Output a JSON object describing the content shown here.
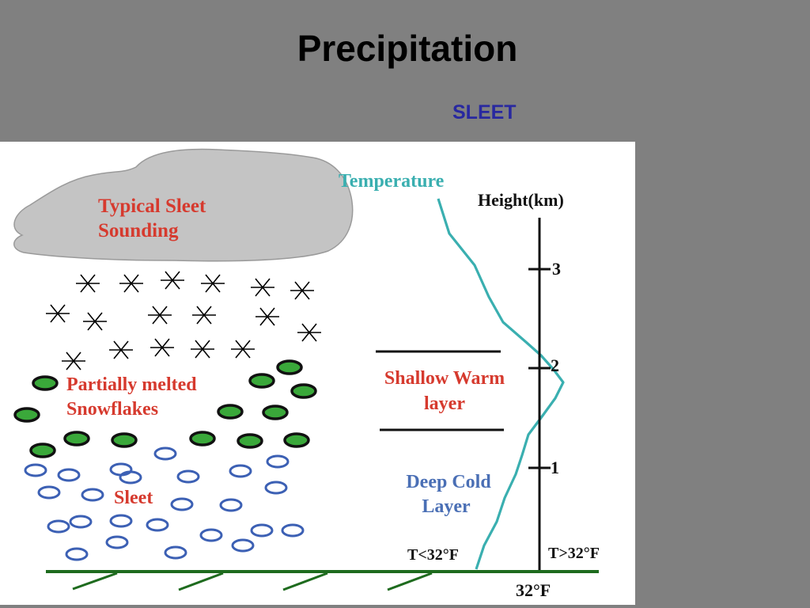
{
  "slide": {
    "title": "Precipitation",
    "subtitle": "SLEET"
  },
  "diagram": {
    "cloud_label_line1": "Typical Sleet",
    "cloud_label_line2": "Sounding",
    "partial_label_line1": "Partially melted",
    "partial_label_line2": "Snowflakes",
    "sleet_label": "Sleet",
    "temperature_label": "Temperature",
    "height_label": "Height(km)",
    "height_ticks": [
      "3",
      "2",
      "1"
    ],
    "warm_layer_line1": "Shallow Warm",
    "warm_layer_line2": "layer",
    "cold_layer_line1": "Deep Cold",
    "cold_layer_line2": "Layer",
    "below_freezing_label": "T<32°F",
    "above_freezing_label": "T>32°F",
    "freezing_label": "32°F"
  },
  "colors": {
    "background": "#808080",
    "title": "#000000",
    "subtitle": "#2828a0",
    "label_red": "#d63a2e",
    "label_blue": "#4a6fb5",
    "temperature_line": "#3aafb0",
    "cloud": "#c4c4c4",
    "ground": "#1e6b1e",
    "melted_flake": "#3aa83a",
    "sleet_pellet": "#3c60b4"
  }
}
